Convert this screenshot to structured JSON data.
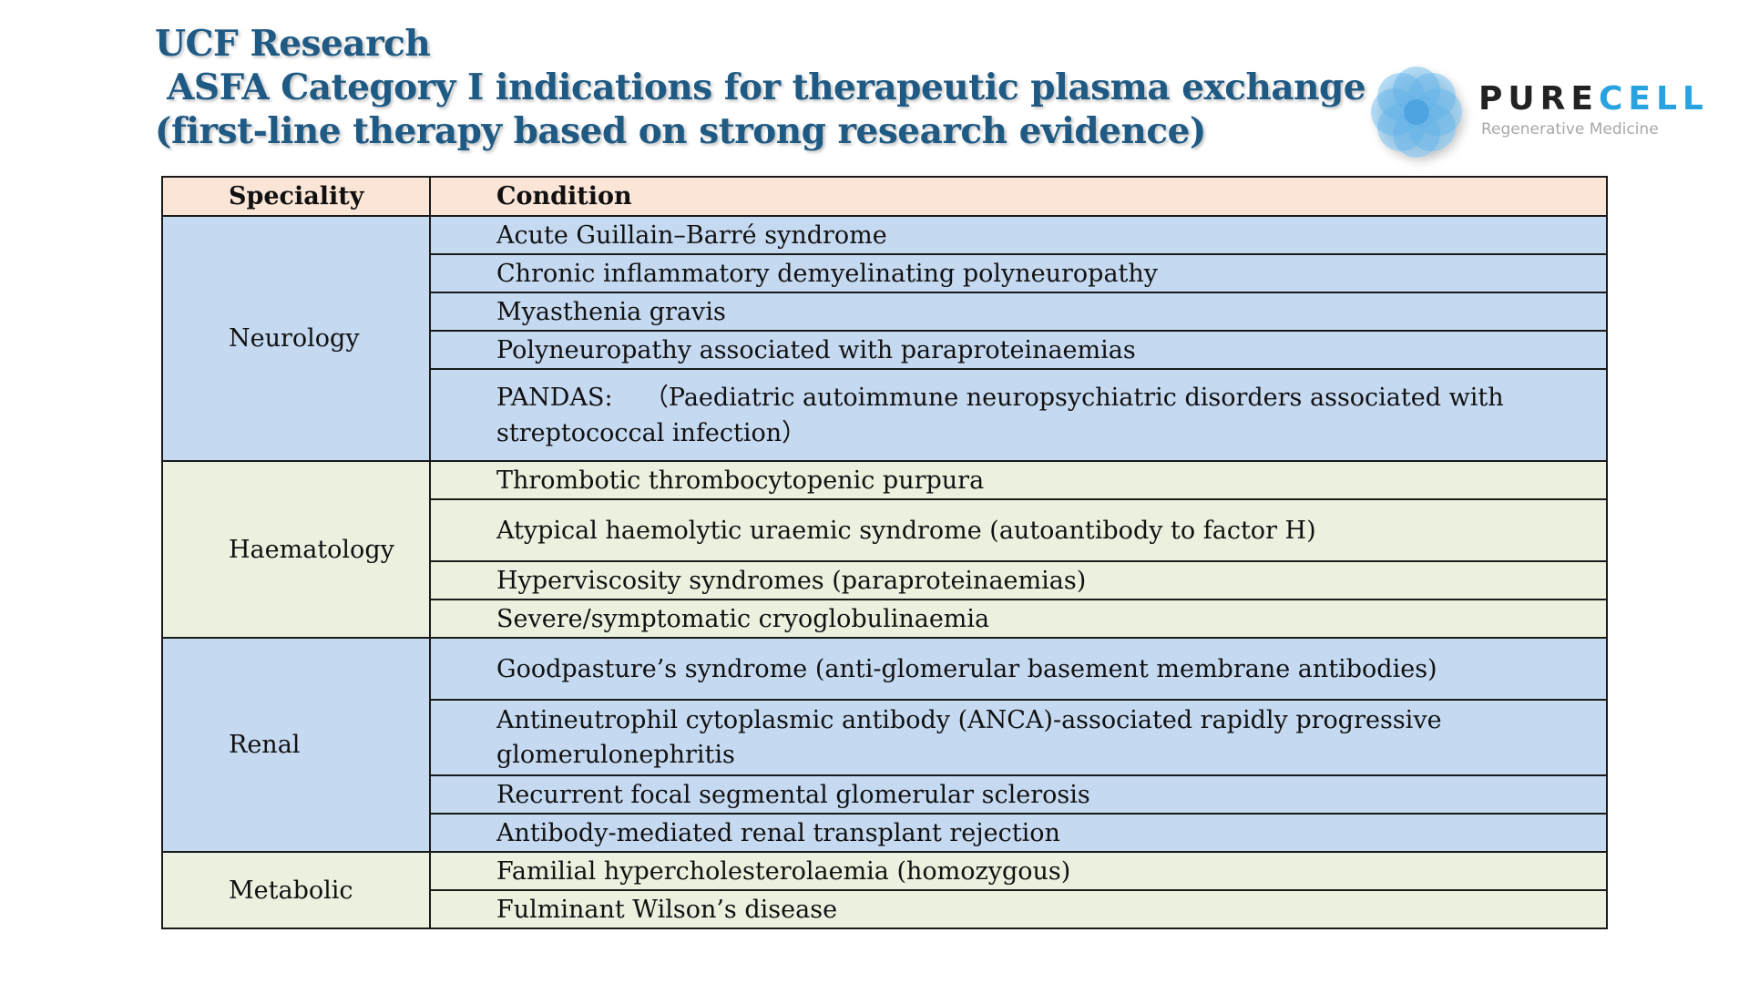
{
  "title": {
    "line1": "UCF Research",
    "line2": " ASFA Category I indications for therapeutic plasma exchange",
    "line3": "(first-line therapy based on strong research evidence)"
  },
  "logo": {
    "word_pure": "PURE",
    "word_cell": "CELL",
    "subtitle": "Regenerative Medicine",
    "icon": "flower-logo-icon"
  },
  "colors": {
    "title": "#1f5a84",
    "header_bg": "#fbe5d6",
    "blue_row": "#c5d9f1",
    "green_row": "#ebf1de",
    "logo_accent": "#29a3e0"
  },
  "table": {
    "headers": [
      "Speciality",
      "Condition"
    ],
    "groups": [
      {
        "speciality": "Neurology",
        "color": "blue",
        "conditions": [
          "Acute Guillain–Barré syndrome",
          "Chronic inflammatory demyelinating polyneuropathy",
          "Myasthenia gravis",
          "Polyneuropathy associated with paraproteinaemias",
          "PANDAS:    （Paediatric autoimmune neuropsychiatric disorders associated with streptococcal infection）"
        ]
      },
      {
        "speciality": "Haematology",
        "color": "green",
        "conditions": [
          "Thrombotic thrombocytopenic purpura",
          "Atypical haemolytic uraemic syndrome (autoantibody to factor H)",
          "Hyperviscosity syndromes (paraproteinaemias)",
          "Severe/symptomatic cryoglobulinaemia"
        ]
      },
      {
        "speciality": "Renal",
        "color": "blue",
        "conditions": [
          "Goodpasture’s syndrome (anti-glomerular basement membrane antibodies)",
          "Antineutrophil cytoplasmic antibody (ANCA)-associated rapidly progressive glomerulonephritis",
          "Recurrent focal segmental glomerular sclerosis",
          "Antibody-mediated renal transplant rejection"
        ]
      },
      {
        "speciality": "Metabolic",
        "color": "green",
        "conditions": [
          "Familial hypercholesterolaemia (homozygous)",
          "Fulminant Wilson’s disease"
        ]
      }
    ]
  }
}
